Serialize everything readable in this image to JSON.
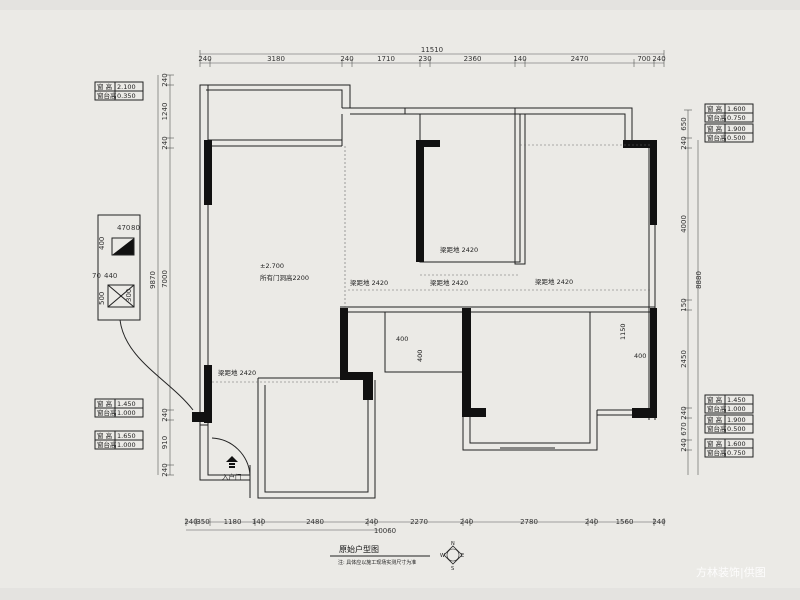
{
  "title": "原始户型图",
  "note": "注: 具体应以施工现场实测尺寸为准",
  "watermark": "方林装饰|供图",
  "compass_letters": [
    "N",
    "E",
    "S",
    "W"
  ],
  "top_total": "11510",
  "top_segments": [
    "240",
    "3180",
    "240",
    "1710",
    "230",
    "2360",
    "140",
    "2470",
    "700",
    "240"
  ],
  "bottom_total": "10060",
  "bottom_segments": [
    "240",
    "350",
    "1180",
    "140",
    "2480",
    "240",
    "2270",
    "240",
    "2780",
    "240",
    "1560",
    "240"
  ],
  "left_total": "9870",
  "left_segments": [
    "240",
    "1240",
    "240",
    "7000",
    "240",
    "910",
    "240"
  ],
  "right_total": "8880",
  "right_segments": [
    "650",
    "240",
    "4000",
    "150",
    "2450",
    "240",
    "670",
    "240"
  ],
  "right_small": "150",
  "windows": [
    {
      "rows": [
        [
          "窗",
          "高",
          "2.100"
        ],
        [
          "窗台高",
          "0.350"
        ]
      ]
    },
    {
      "rows": [
        [
          "窗",
          "高",
          "1.600"
        ],
        [
          "窗台高",
          "0.750"
        ]
      ]
    },
    {
      "rows": [
        [
          "窗",
          "高",
          "1.900"
        ],
        [
          "窗台高",
          "0.500"
        ]
      ]
    },
    {
      "rows": [
        [
          "窗",
          "高",
          "1.450"
        ],
        [
          "窗台高",
          "1.000"
        ]
      ]
    },
    {
      "rows": [
        [
          "窗",
          "高",
          "1.650"
        ],
        [
          "窗台高",
          "1.000"
        ]
      ]
    },
    {
      "rows": [
        [
          "窗",
          "高",
          "1.450"
        ],
        [
          "窗台高",
          "1.000"
        ]
      ]
    },
    {
      "rows": [
        [
          "窗",
          "高",
          "1.900"
        ],
        [
          "窗台高",
          "0.500"
        ]
      ]
    },
    {
      "rows": [
        [
          "窗",
          "高",
          "1.600"
        ],
        [
          "窗台高",
          "0.750"
        ]
      ]
    }
  ],
  "detail": {
    "a": "470",
    "b": "80",
    "c": "400",
    "d": "70",
    "e": "440",
    "f": "500",
    "g": "300"
  },
  "beams": [
    "梁距地 2420",
    "梁距地 2420",
    "梁距地 2420",
    "梁距地 2420",
    "梁距地 2420"
  ],
  "level": "±2.700",
  "door_height": "所有门洞高2200",
  "entrance": "入户门",
  "small_dims": [
    "400",
    "400",
    "1150",
    "400"
  ]
}
